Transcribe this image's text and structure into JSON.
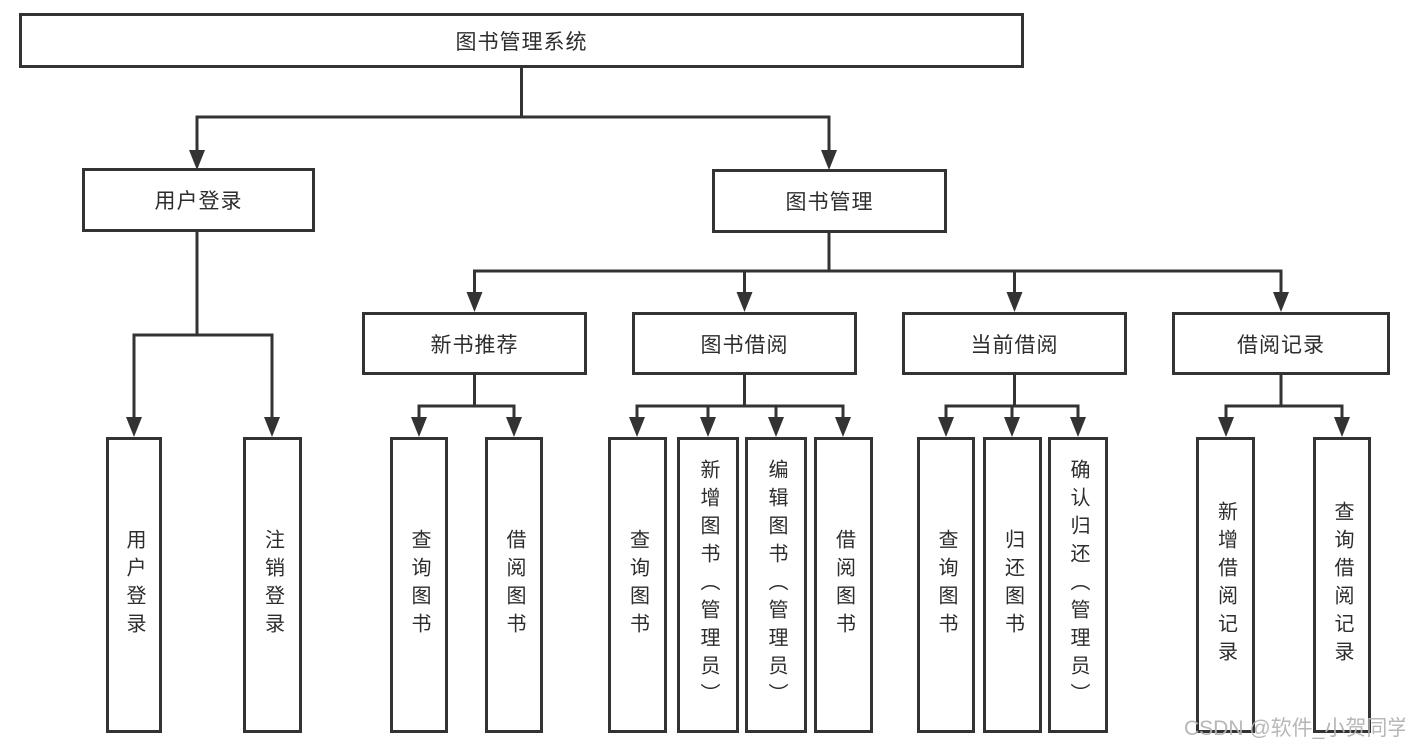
{
  "diagram": {
    "root": {
      "label": "图书管理系统"
    },
    "branches": [
      {
        "label": "用户登录",
        "children": [
          {
            "label": "用户登录"
          },
          {
            "label": "注销登录"
          }
        ]
      },
      {
        "label": "图书管理",
        "children": [
          {
            "label": "新书推荐",
            "children": [
              {
                "label": "查询图书"
              },
              {
                "label": "借阅图书"
              }
            ]
          },
          {
            "label": "图书借阅",
            "children": [
              {
                "label": "查询图书"
              },
              {
                "label": "新增图书（管理员）"
              },
              {
                "label": "编辑图书（管理员）"
              },
              {
                "label": "借阅图书"
              }
            ]
          },
          {
            "label": "当前借阅",
            "children": [
              {
                "label": "查询图书"
              },
              {
                "label": "归还图书"
              },
              {
                "label": "确认归还（管理员）"
              }
            ]
          },
          {
            "label": "借阅记录",
            "children": [
              {
                "label": "新增借阅记录"
              },
              {
                "label": "查询借阅记录"
              }
            ]
          }
        ]
      }
    ]
  },
  "watermark": {
    "text": "CSDN @软件_小贺同学"
  },
  "colors": {
    "line": "#333333",
    "box_border": "#333333",
    "text": "#2d2d2d",
    "watermark": "#b4b4b4",
    "background": "#ffffff"
  }
}
